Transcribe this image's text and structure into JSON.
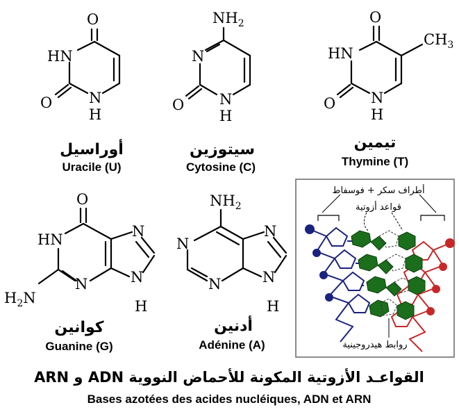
{
  "atoms": {
    "o": "O",
    "hn": "HN",
    "n": "N",
    "h": "H",
    "nh": "NH",
    "nh2_main": "NH",
    "sub2": "2",
    "ch3_main": "CH",
    "sub3": "3",
    "h2n_main": "H",
    "h2n_tail": "N"
  },
  "bases": [
    {
      "arabic": "أوراسيل",
      "latin": "Uracile (U)"
    },
    {
      "arabic": "سيتوزين",
      "latin": "Cytosine (C)"
    },
    {
      "arabic": "تيمين",
      "latin": "Thymine (T)"
    },
    {
      "arabic": "كوانين",
      "latin": "Guanine (G)"
    },
    {
      "arabic": "أدنين",
      "latin": "Adénine (A)"
    }
  ],
  "dna_diagram": {
    "label_sugar_phosphate": "أطراف سكر + فوسفاط",
    "label_bases": "قواعد أزوتية",
    "label_hydrogen_bonds": "روابط هيدروجينية",
    "colors": {
      "strand_left": "#1a237e",
      "strand_right": "#c62828",
      "bases": "#1b6e1b"
    }
  },
  "title_arabic": "القواعـد الأزوتية المكونة للأحماض النووية ADN و ARN",
  "title_french": "Bases azotées des acides nucléiques, ADN et ARN"
}
